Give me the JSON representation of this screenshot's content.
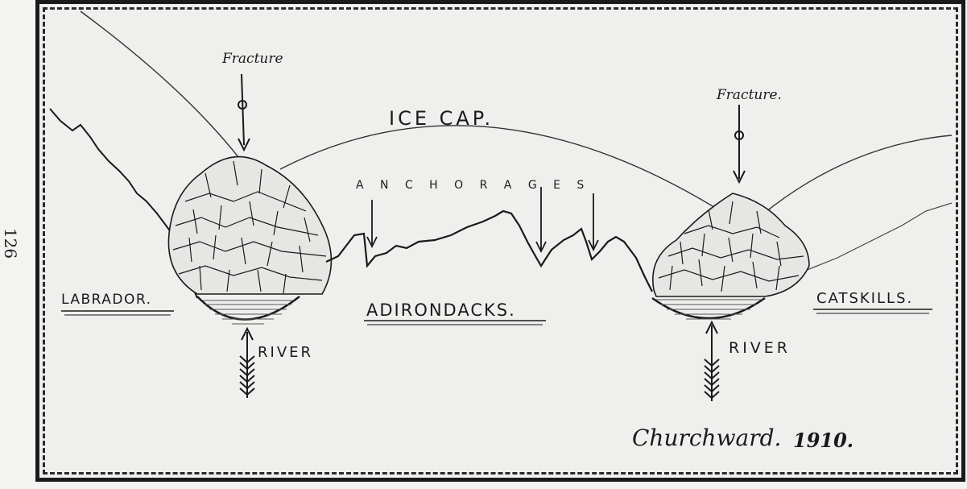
{
  "page_number": "126",
  "labels": {
    "ice_cap": "ICE CAP.",
    "fracture_left": "Fracture",
    "fracture_right": "Fracture.",
    "anchorages": "A N C H O R A G E S",
    "labrador": "LABRADOR.",
    "adirondacks": "ADIRONDACKS.",
    "catskills": "CATSKILLS.",
    "river_left": "RIVER",
    "river_right": "RIVER",
    "signature": "Churchward.",
    "year": "1910."
  },
  "colors": {
    "ink": "#1a1a1a",
    "paper": "#efefed"
  }
}
